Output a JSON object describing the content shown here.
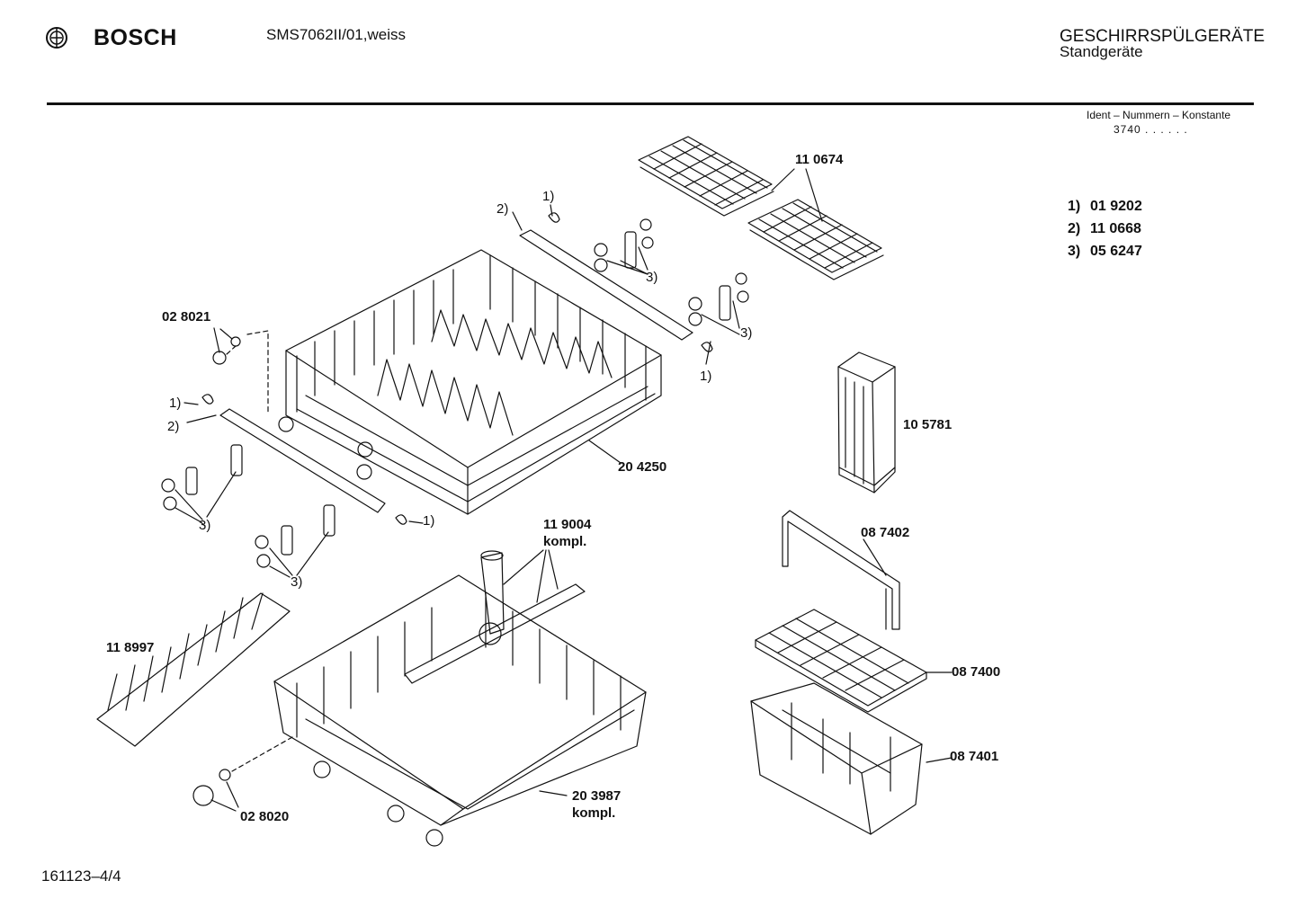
{
  "header": {
    "brand": "BOSCH",
    "model": "SMS7062II/01,weiss",
    "category_line1": "GESCHIRRSPÜLGERÄTE",
    "category_line2": "Standgeräte",
    "ident_label": "Ident – Nummern – Konstante",
    "ident_value": "3740 . . . . . ."
  },
  "footnotes": [
    {
      "key": "1)",
      "value": "01 9202"
    },
    {
      "key": "2)",
      "value": "11 0668"
    },
    {
      "key": "3)",
      "value": "05 6247"
    }
  ],
  "parts": {
    "p110674": "11 0674",
    "p028021": "02 8021",
    "p204250": "20 4250",
    "p105781": "10 5781",
    "p119004": "11 9004",
    "p119004b": "kompl.",
    "p087402": "08 7402",
    "p118997": "11 8997",
    "p087400": "08 7400",
    "p087401": "08 7401",
    "p203987": "20 3987",
    "p203987b": "kompl.",
    "p028020": "02 8020"
  },
  "markers": {
    "m1": "1)",
    "m2": "2)",
    "m3": "3)"
  },
  "footer": {
    "doc_number": "161123–4/4"
  }
}
